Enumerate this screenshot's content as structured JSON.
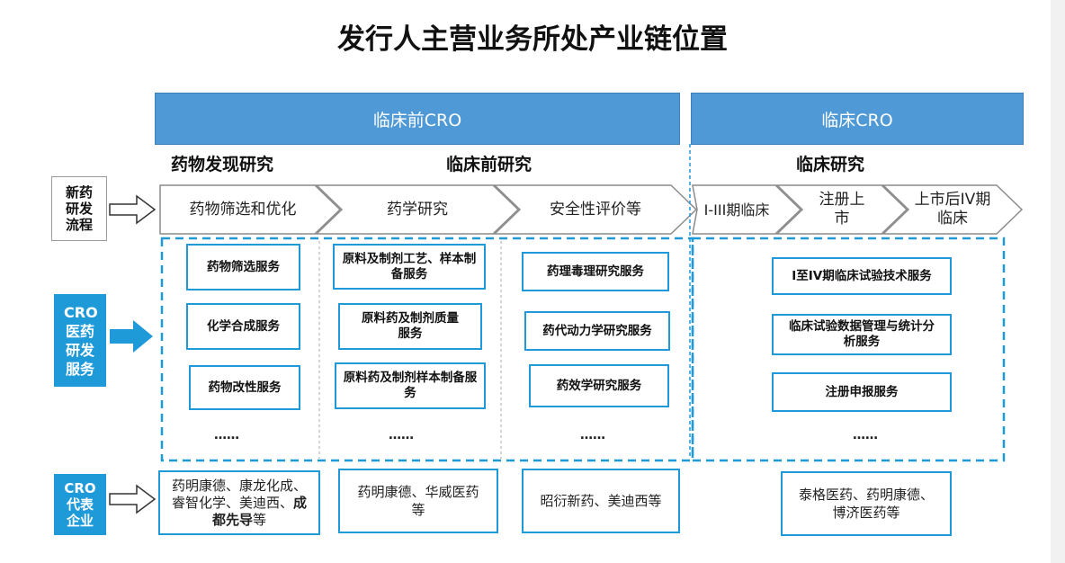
{
  "title": "发行人主营业务所处产业链位置",
  "bands": {
    "preclinical_cro": "临床前CRO",
    "clinical_cro": "临床CRO"
  },
  "phases": {
    "discovery": "药物发现研究",
    "preclinical": "临床前研究",
    "clinical": "临床研究"
  },
  "side_labels": {
    "process": [
      "新药",
      "研发",
      "流程"
    ],
    "services": [
      "CRO",
      "医药",
      "研发",
      "服务"
    ],
    "enterprises": [
      "CRO",
      "代表",
      "企业"
    ]
  },
  "process_steps": [
    "药物筛选和优化",
    "药学研究",
    "安全性评价等",
    "I-III期临床",
    "注册上市",
    "上市后IV期临床"
  ],
  "services": {
    "col1": [
      "药物筛选服务",
      "化学合成服务",
      "药物改性服务"
    ],
    "col2": [
      "原料及制剂工艺、样本制备服务",
      "原料药及制剂质量服务",
      "原料药及制剂样本制备服务"
    ],
    "col3": [
      "药理毒理研究服务",
      "药代动力学研究服务",
      "药效学研究服务"
    ],
    "col4": [
      "I至IV期临床试验技术服务",
      "临床试验数据管理与统计分析服务",
      "注册申报服务"
    ],
    "ellipsis": "……"
  },
  "enterprises": {
    "col1_plain": "药明康德、康龙化成、睿智化学、美迪西、",
    "col1_bold": "成都先导",
    "col1_suffix": "等",
    "col2": "药明康德、华威医药等",
    "col3": "昭衍新药、美迪西等",
    "col4": "泰格医药、药明康德、博济医药等"
  },
  "colors": {
    "band_blue": "#4f9ad6",
    "accent_blue": "#1f9ad9"
  }
}
